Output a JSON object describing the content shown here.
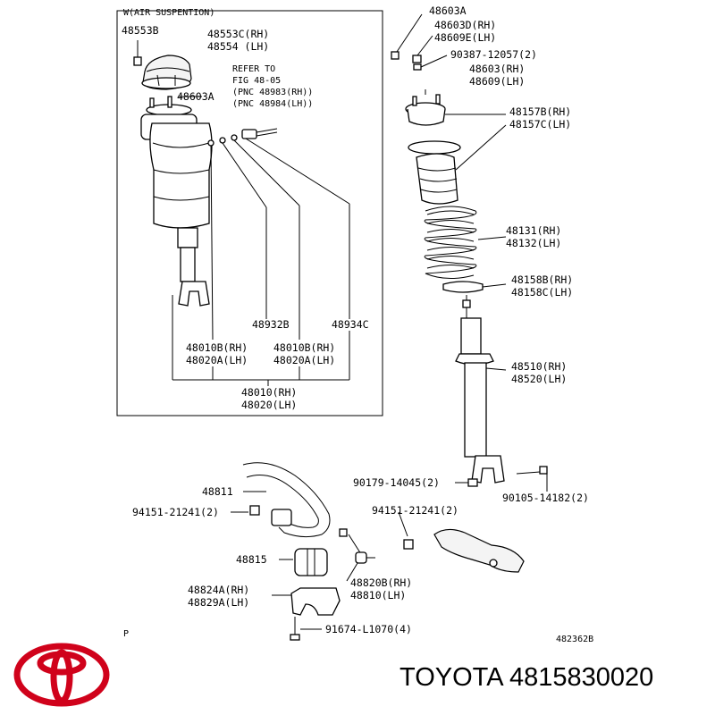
{
  "inset": {
    "title": "W(AIR SUSPENTION)",
    "labels": {
      "p48553B": "48553B",
      "p48553C": "48553C(RH)",
      "p48554": "48554 (LH)",
      "p48603A_in": "48603A",
      "refer1": "REFER TO",
      "refer2": "FIG 48-05",
      "refer3": "(PNC 48983(RH))",
      "refer4": "(PNC 48984(LH))",
      "p48932B": "48932B",
      "p48934C": "48934C",
      "p48010B_a": "48010B(RH)",
      "p48020A_a": "48020A(LH)",
      "p48010B_b": "48010B(RH)",
      "p48020A_b": "48020A(LH)",
      "p48010": "48010(RH)",
      "p48020": "48020(LH)"
    }
  },
  "main": {
    "labels": {
      "p48603A": "48603A",
      "p48603D": "48603D(RH)",
      "p48609E": "48609E(LH)",
      "p90387": "90387-12057(2)",
      "p48603": "48603(RH)",
      "p48609": "48609(LH)",
      "p48157B": "48157B(RH)",
      "p48157C": "48157C(LH)",
      "p48131": "48131(RH)",
      "p48132": "48132(LH)",
      "p48158B": "48158B(RH)",
      "p48158C": "48158C(LH)",
      "p48510": "48510(RH)",
      "p48520": "48520(LH)",
      "p90179": "90179-14045(2)",
      "p90105": "90105-14182(2)",
      "p48811": "48811",
      "p94151a": "94151-21241(2)",
      "p94151b": "94151-21241(2)",
      "p48815": "48815",
      "p48820B": "48820B(RH)",
      "p48810": "48810(LH)",
      "p48824A": "48824A(RH)",
      "p48829A": "48829A(LH)",
      "p91674": "91674-L1070(4)",
      "pP": "P",
      "code": "482362B"
    }
  },
  "footer": {
    "brand_line": "TOYOTA 4815830020",
    "logo": "toyota-logo",
    "logo_color": "#d0021b"
  }
}
